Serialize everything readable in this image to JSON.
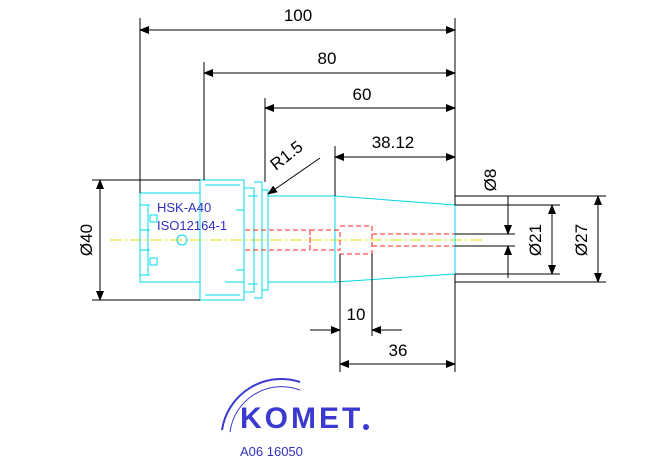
{
  "dimensions": {
    "len_100": "100",
    "len_80": "80",
    "len_60": "60",
    "len_38": "38.12",
    "radius": "R1.5",
    "dia_8": "Ø8",
    "dia_40": "Ø40",
    "dia_21": "Ø21",
    "dia_27": "Ø27",
    "len_10": "10",
    "len_36": "36"
  },
  "notes": {
    "interface": "HSK-A40",
    "standard": "ISO12164-1"
  },
  "brand": {
    "name": "KOMET",
    "code": "A06 16050",
    "color": "#3a3ad0"
  },
  "colors": {
    "outline": "#00d8e8",
    "hidden": "#ff2020",
    "centerline": "#e8e000",
    "dimension": "#000000"
  }
}
